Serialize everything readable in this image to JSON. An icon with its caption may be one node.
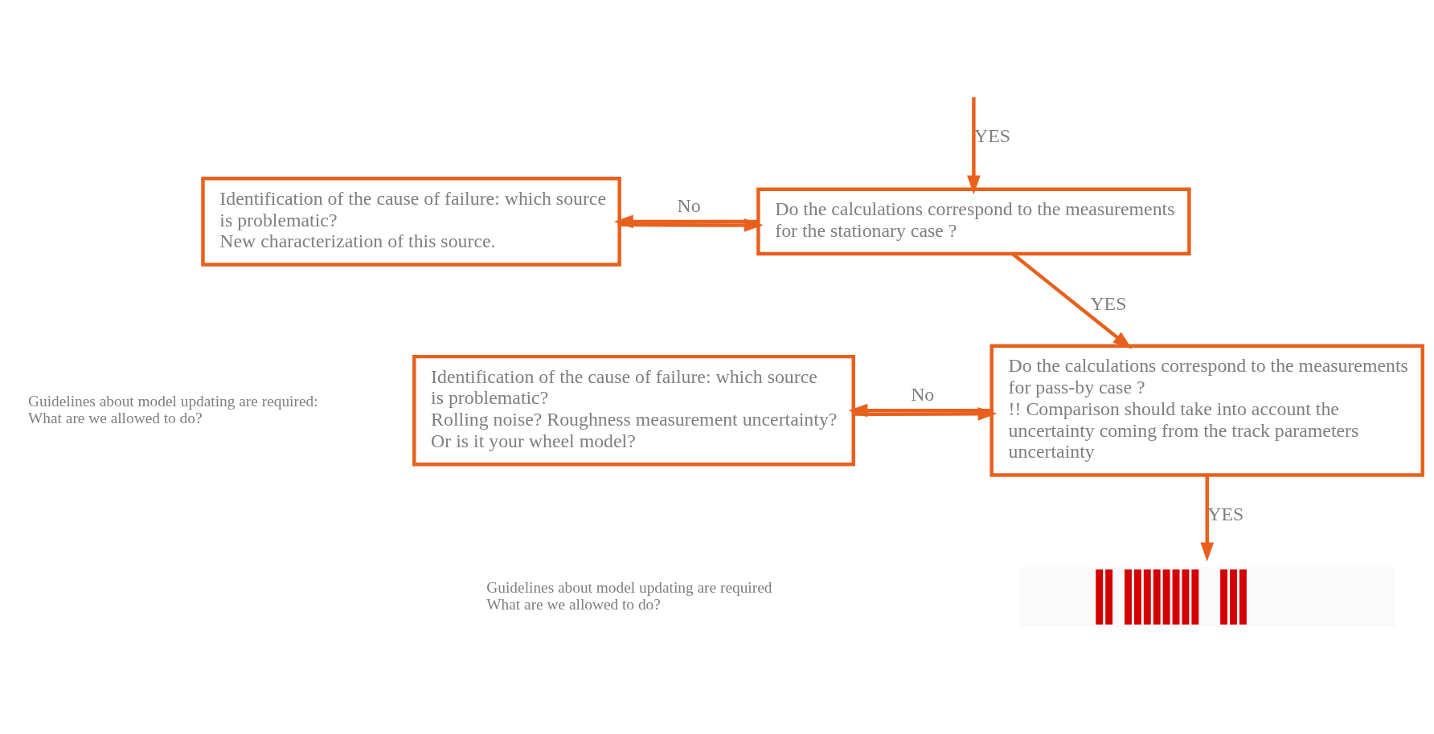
{
  "diagram": {
    "nodes": [
      {
        "text": [
          "Identification of the cause of failure: which source is problematic?",
          "New characterization of this source."
        ]
      },
      {
        "text": [
          "Do the calculations correspond to the measurements for the stationary case ?"
        ]
      },
      {
        "text": [
          "Identification of the cause of failure: which source is problematic?",
          "Rolling noise? Roughness measurement uncertainty?",
          "Or is it your wheel model?"
        ]
      },
      {
        "text": [
          "Do the calculations correspond to the measurements for pass-by case ?",
          "!! Comparison should take into account the uncertainty coming from the track parameters uncertainty"
        ]
      },
      {
        "text": [],
        "shape": "picture"
      }
    ],
    "edges": [
      {
        "from": null,
        "to": 1,
        "arrow": "to",
        "label": "YES"
      },
      {
        "from": 0,
        "to": 1,
        "arrow": "to"
      },
      {
        "from": 1,
        "to": 0,
        "arrow": "to",
        "label": "No"
      },
      {
        "from": 1,
        "to": 3,
        "arrow": "to",
        "label": "YES"
      },
      {
        "from": 2,
        "to": 3,
        "arrow": "to"
      },
      {
        "from": 3,
        "to": 2,
        "arrow": "to",
        "label": "No"
      },
      {
        "from": 3,
        "to": 4,
        "arrow": "to",
        "label": "YES"
      }
    ],
    "labels": [
      "Guidelines about model updating are required: What are we allowed to do?",
      "Guidelines about model updating are required What are we allowed to do?"
    ]
  }
}
